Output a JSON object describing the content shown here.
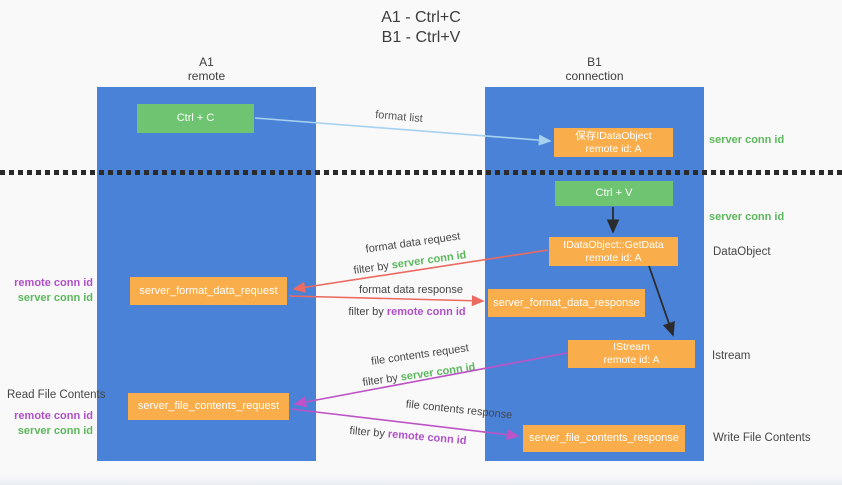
{
  "title": {
    "line1": "A1 - Ctrl+C",
    "line2": "B1 - Ctrl+V"
  },
  "lifelines": {
    "left": {
      "name": "A1",
      "sub": "remote"
    },
    "right": {
      "name": "B1",
      "sub": "connection"
    }
  },
  "nodes": {
    "ctrl_c": "Ctrl + C",
    "save_idataobject": {
      "line1": "保存IDataObject",
      "line2": "remote id: A"
    },
    "ctrl_v": "Ctrl + V",
    "getdata": {
      "line1": "IDataObject::GetData",
      "line2": "remote id: A"
    },
    "format_request": "server_format_data_request",
    "format_response": "server_format_data_response",
    "istream": {
      "line1": "IStream",
      "line2": "remote id: A"
    },
    "file_request": "server_file_contents_request",
    "file_response": "server_file_contents_response"
  },
  "messages": {
    "format_list": "format list",
    "format_data_request": "format data request",
    "format_data_response": "format data response",
    "file_contents_request": "file contents request",
    "file_contents_response": "file contents response",
    "filter_by": "filter by",
    "server_conn_id": "server conn id",
    "remote_conn_id": "remote conn id"
  },
  "side_labels": {
    "server_conn_id_top": "server conn id",
    "server_conn_id_mid": "server conn id",
    "dataobject": "DataObject",
    "istream": "Istream",
    "write_file_contents": "Write File Contents",
    "read_file_contents": "Read File Contents",
    "remote_conn_id": "remote conn id",
    "server_conn_id": "server conn id"
  },
  "colors": {
    "lane_blue": "#4a82d7",
    "node_green": "#6ec471",
    "node_orange": "#f9ad4b",
    "arrow_red": "#ec6a60",
    "arrow_magenta": "#bd53c6",
    "arrow_blue": "#a6d2ef",
    "arrow_black": "#2b2b2b",
    "text_green": "#5cb85c",
    "text_purple": "#b050c8"
  }
}
